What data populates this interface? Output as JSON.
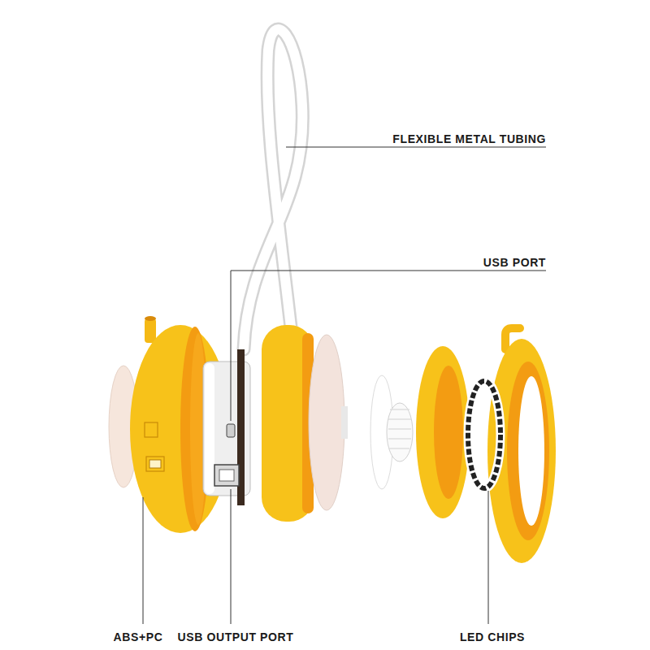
{
  "diagram": {
    "labels": [
      "FLEXIBLE METAL TUBING",
      "USB PORT",
      "ABS+PC",
      "USB OUTPUT PORT",
      "LED CHIPS"
    ]
  }
}
